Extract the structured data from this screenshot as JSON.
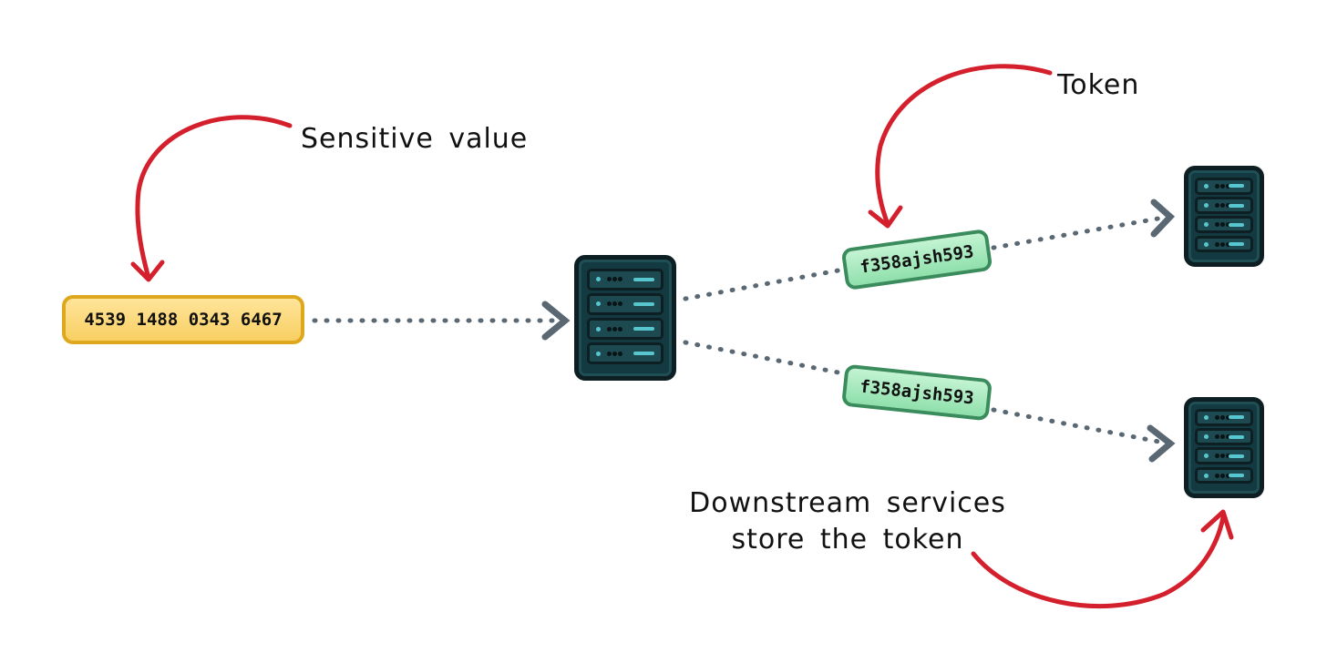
{
  "annotations": {
    "sensitive_value": "Sensitive value",
    "token": "Token",
    "downstream_line1": "Downstream services",
    "downstream_line2": "store the token"
  },
  "card_number": "4539 1488 0343 6467",
  "token_top": "f358ajsh593",
  "token_bottom": "f358ajsh593",
  "colors": {
    "annotation_arrow": "#d41f2c",
    "flow_arrow": "#5a6873",
    "value_fill": "#f8cf62",
    "value_border": "#dea81e",
    "token_fill": "#a6e9bc",
    "token_border": "#3a8c5c",
    "server_body": "#133a40"
  }
}
